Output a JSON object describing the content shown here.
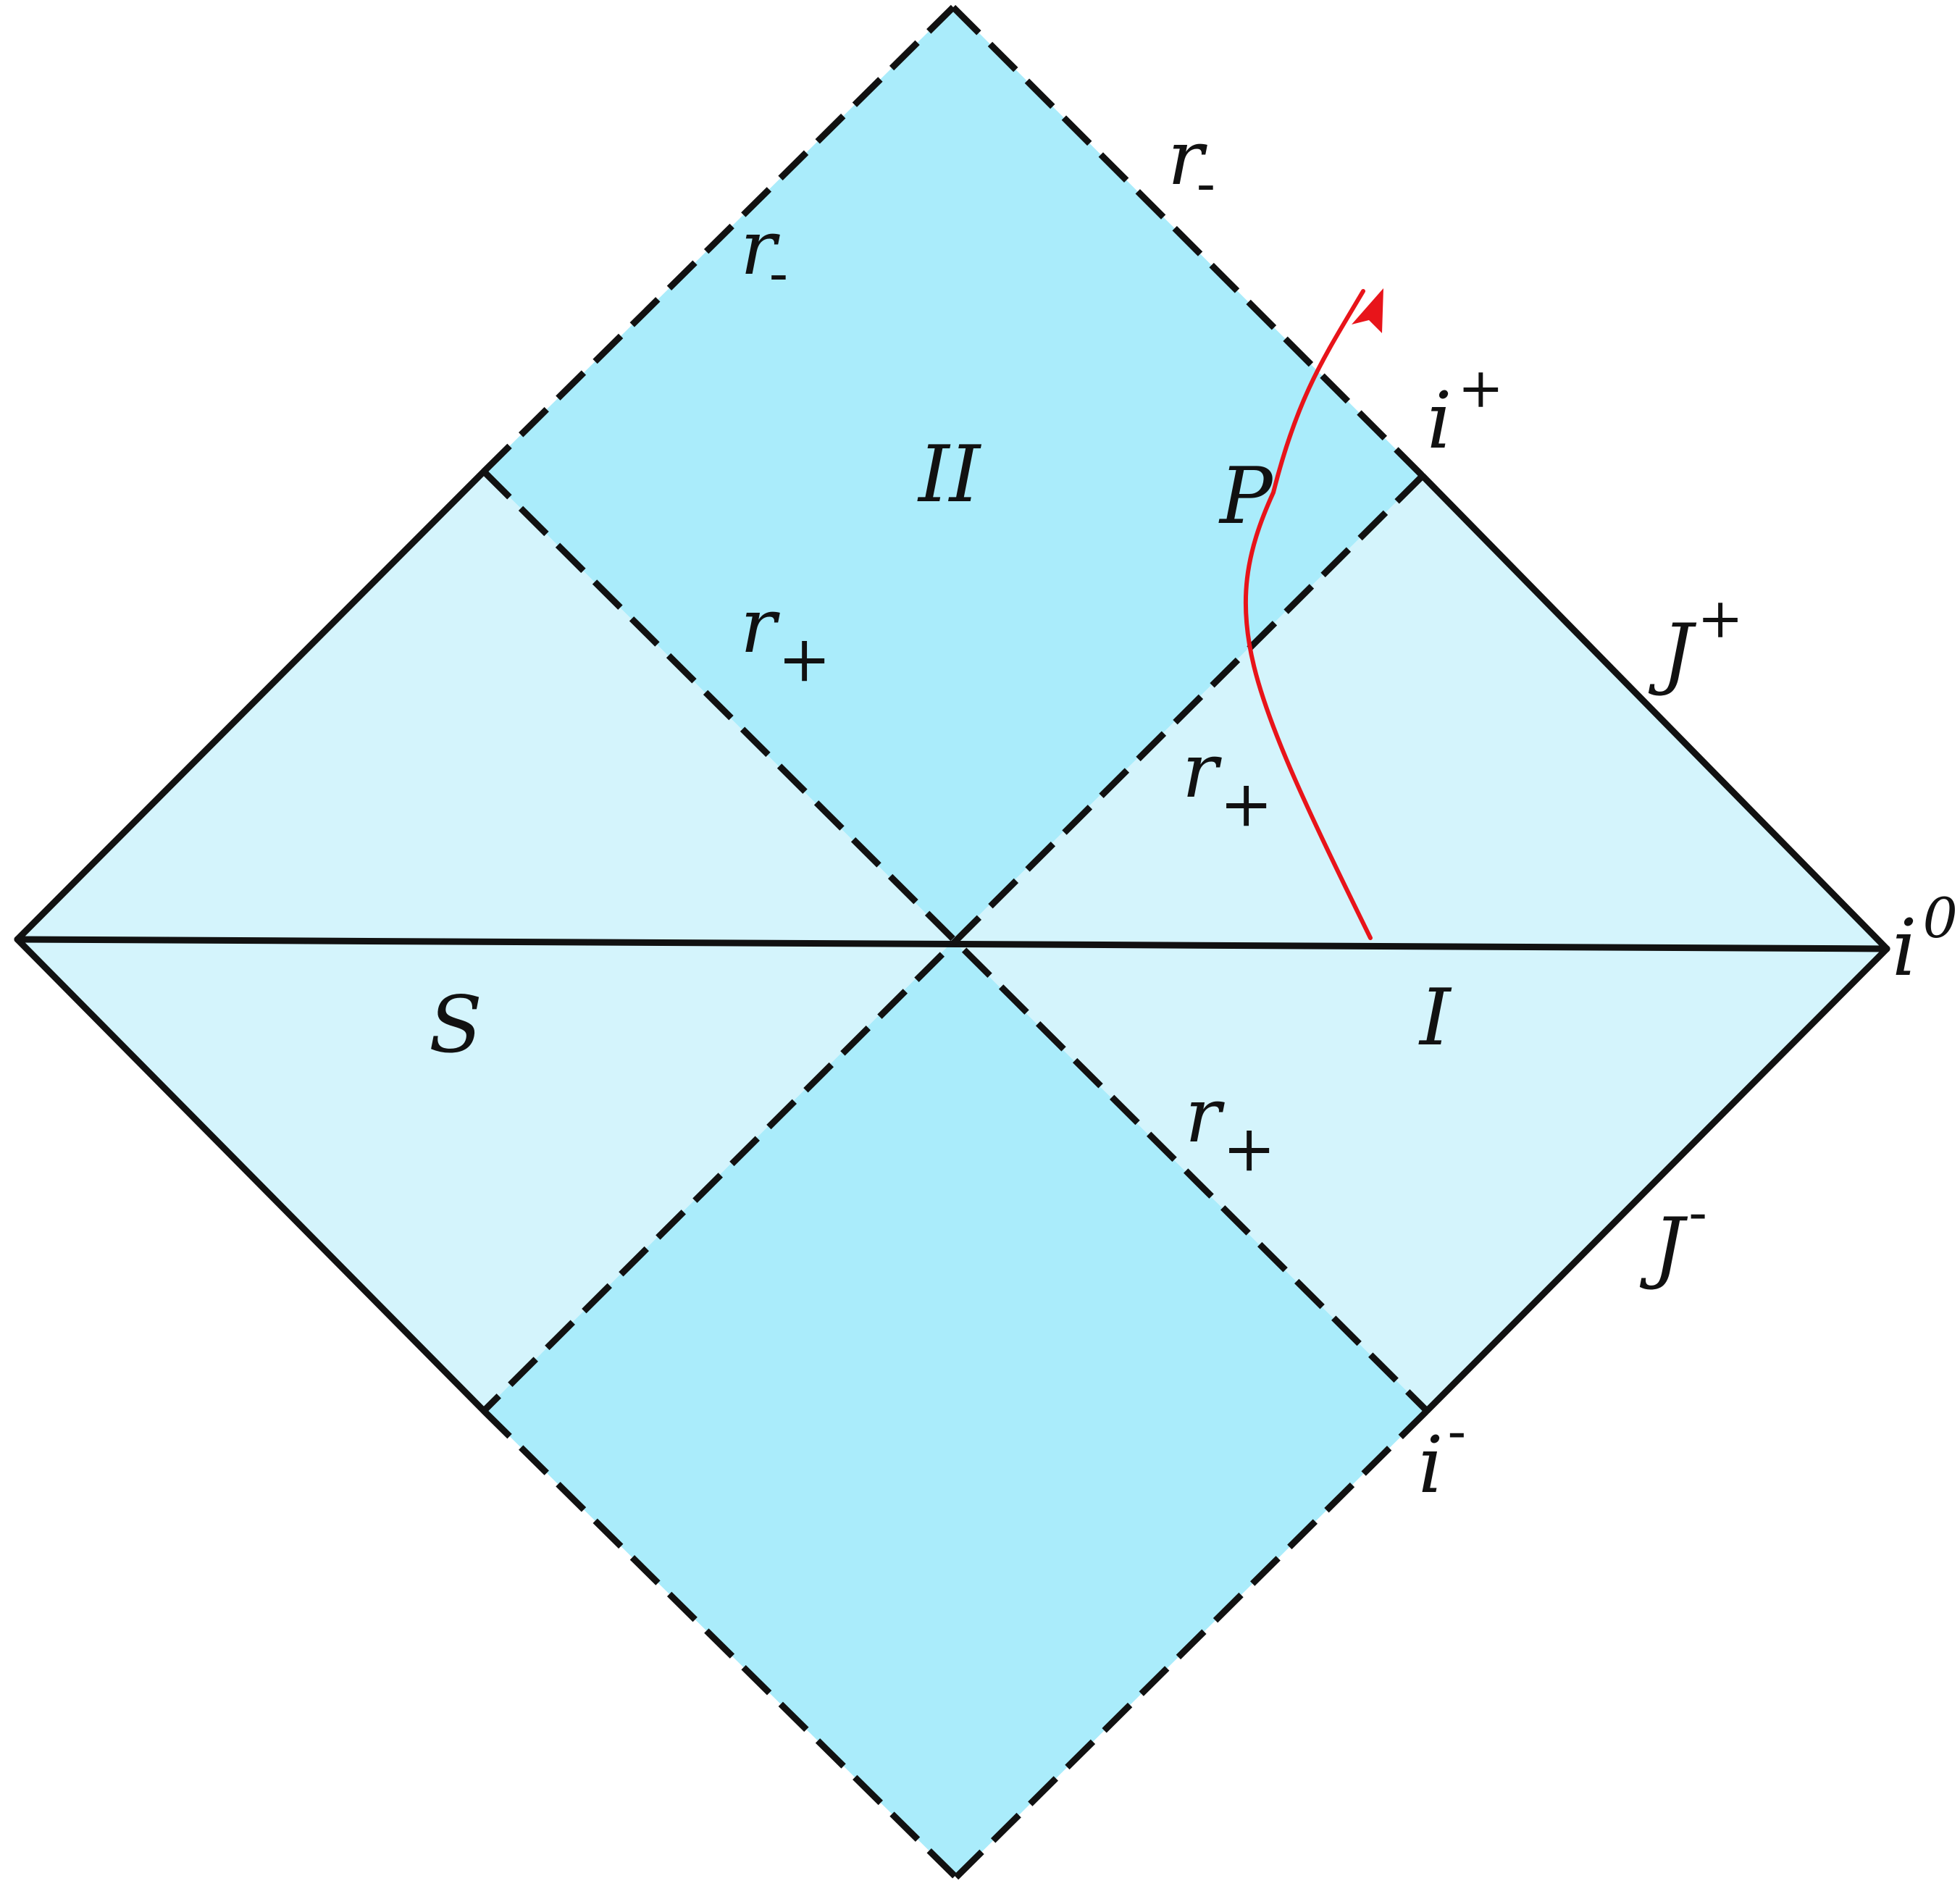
{
  "colors": {
    "region_dark": "#aaecfb",
    "region_light": "#d4f4fc",
    "stroke": "#111111",
    "worldline": "#e8141a"
  },
  "labels": {
    "region_2": "II",
    "region_1": "I",
    "region_s": "S",
    "point_p": "P",
    "r_minus_a": {
      "base": "r",
      "sub": "-"
    },
    "r_minus_b": {
      "base": "r",
      "sub": "-"
    },
    "r_plus_a": {
      "base": "r",
      "sub": "+"
    },
    "r_plus_b": {
      "base": "r",
      "sub": "+"
    },
    "r_plus_c": {
      "base": "r",
      "sub": "+"
    },
    "i_plus": {
      "base": "i",
      "sup": "+"
    },
    "i_zero": {
      "base": "i",
      "sup": "0"
    },
    "i_minus": {
      "base": "i",
      "sup": "-"
    },
    "scri_plus": {
      "base": "J",
      "sup": "+"
    },
    "scri_minus": {
      "base": "J",
      "sup": "-"
    }
  }
}
